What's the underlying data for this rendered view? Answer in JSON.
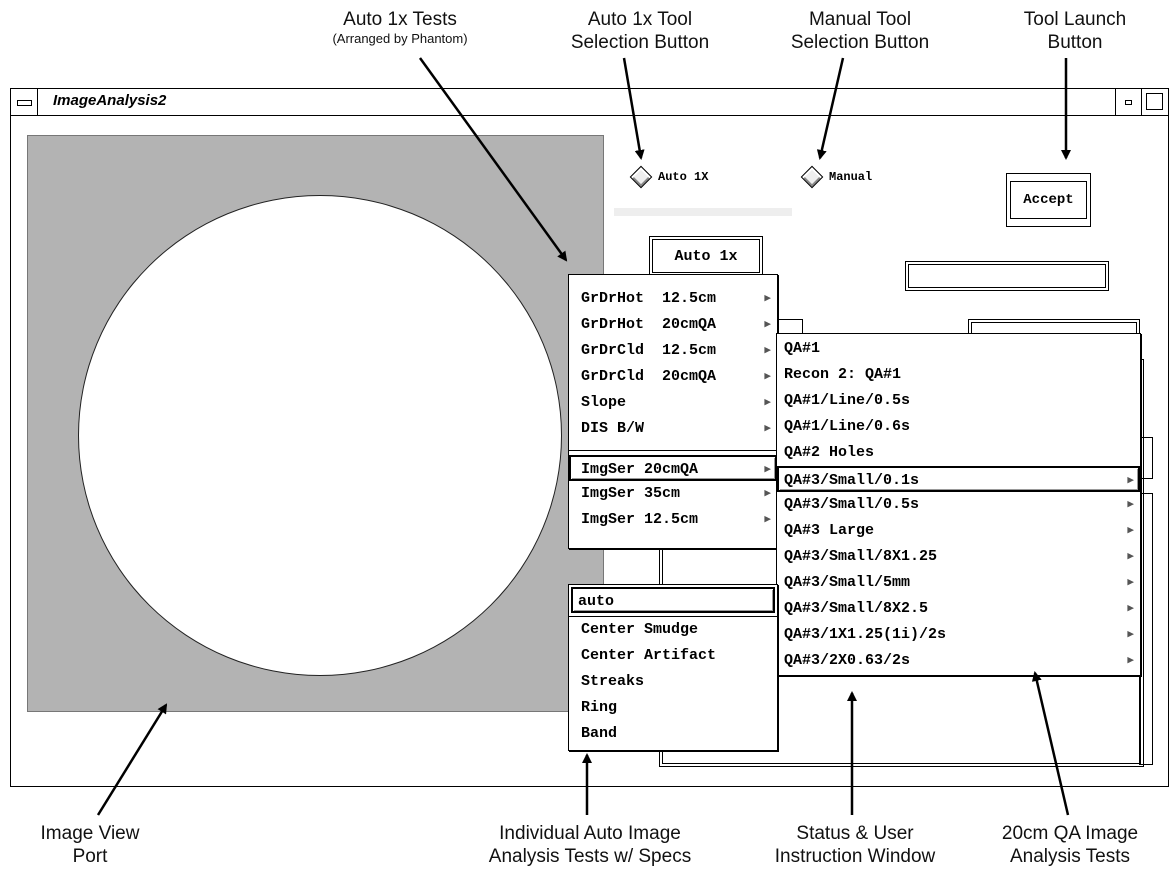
{
  "window": {
    "title": "ImageAnalysis2"
  },
  "controls": {
    "auto_radio_label": "Auto 1X",
    "manual_radio_label": "Manual",
    "accept_label": "Accept",
    "auto1x_label": "Auto 1x"
  },
  "auto_tests_menu": {
    "items": [
      {
        "label": "GrDrHot  12.5cm",
        "arrow": "▶"
      },
      {
        "label": "GrDrHot  20cmQA",
        "arrow": "▶"
      },
      {
        "label": "GrDrCld  12.5cm",
        "arrow": "▶"
      },
      {
        "label": "GrDrCld  20cmQA",
        "arrow": "▶"
      },
      {
        "label": "Slope",
        "arrow": "▶"
      },
      {
        "label": "DIS B/W",
        "arrow": "▶"
      },
      {
        "label": "ImgSer 20cmQA",
        "arrow": "▶"
      },
      {
        "label": "ImgSer 35cm",
        "arrow": "▶"
      },
      {
        "label": "ImgSer 12.5cm",
        "arrow": "▶"
      }
    ]
  },
  "qa_menu": {
    "items": [
      {
        "label": "QA#1",
        "arrow": ""
      },
      {
        "label": "Recon 2: QA#1",
        "arrow": ""
      },
      {
        "label": "QA#1/Line/0.5s",
        "arrow": ""
      },
      {
        "label": "QA#1/Line/0.6s",
        "arrow": ""
      },
      {
        "label": "QA#2 Holes",
        "arrow": ""
      },
      {
        "label": "QA#3/Small/0.1s",
        "arrow": "▶"
      },
      {
        "label": "QA#3/Small/0.5s",
        "arrow": "▶"
      },
      {
        "label": "QA#3 Large",
        "arrow": "▶"
      },
      {
        "label": "QA#3/Small/8X1.25",
        "arrow": "▶"
      },
      {
        "label": "QA#3/Small/5mm",
        "arrow": "▶"
      },
      {
        "label": "QA#3/Small/8X2.5",
        "arrow": "▶"
      },
      {
        "label": "QA#3/1X1.25(1i)/2s",
        "arrow": "▶"
      },
      {
        "label": "QA#3/2X0.63/2s",
        "arrow": "▶"
      }
    ]
  },
  "specs_menu": {
    "items": [
      {
        "label": "auto"
      },
      {
        "label": "Center Smudge"
      },
      {
        "label": "Center Artifact"
      },
      {
        "label": "Streaks"
      },
      {
        "label": "Ring"
      },
      {
        "label": "Band"
      }
    ]
  },
  "callouts": {
    "auto_tests": {
      "line1": "Auto 1x Tests",
      "sub": "(Arranged by Phantom)"
    },
    "auto_tool": {
      "line1": "Auto 1x Tool",
      "line2": "Selection Button"
    },
    "manual_tool": {
      "line1": "Manual Tool",
      "line2": "Selection Button"
    },
    "tool_launch": {
      "line1": "Tool Launch",
      "line2": "Button"
    },
    "image_view": {
      "line1": "Image View",
      "line2": "Port"
    },
    "individual_tests": {
      "line1": "Individual Auto Image",
      "line2": "Analysis Tests w/ Specs"
    },
    "status": {
      "line1": "Status & User",
      "line2": "Instruction Window"
    },
    "qa_tests": {
      "line1": "20cm QA Image",
      "line2": "Analysis Tests"
    }
  }
}
